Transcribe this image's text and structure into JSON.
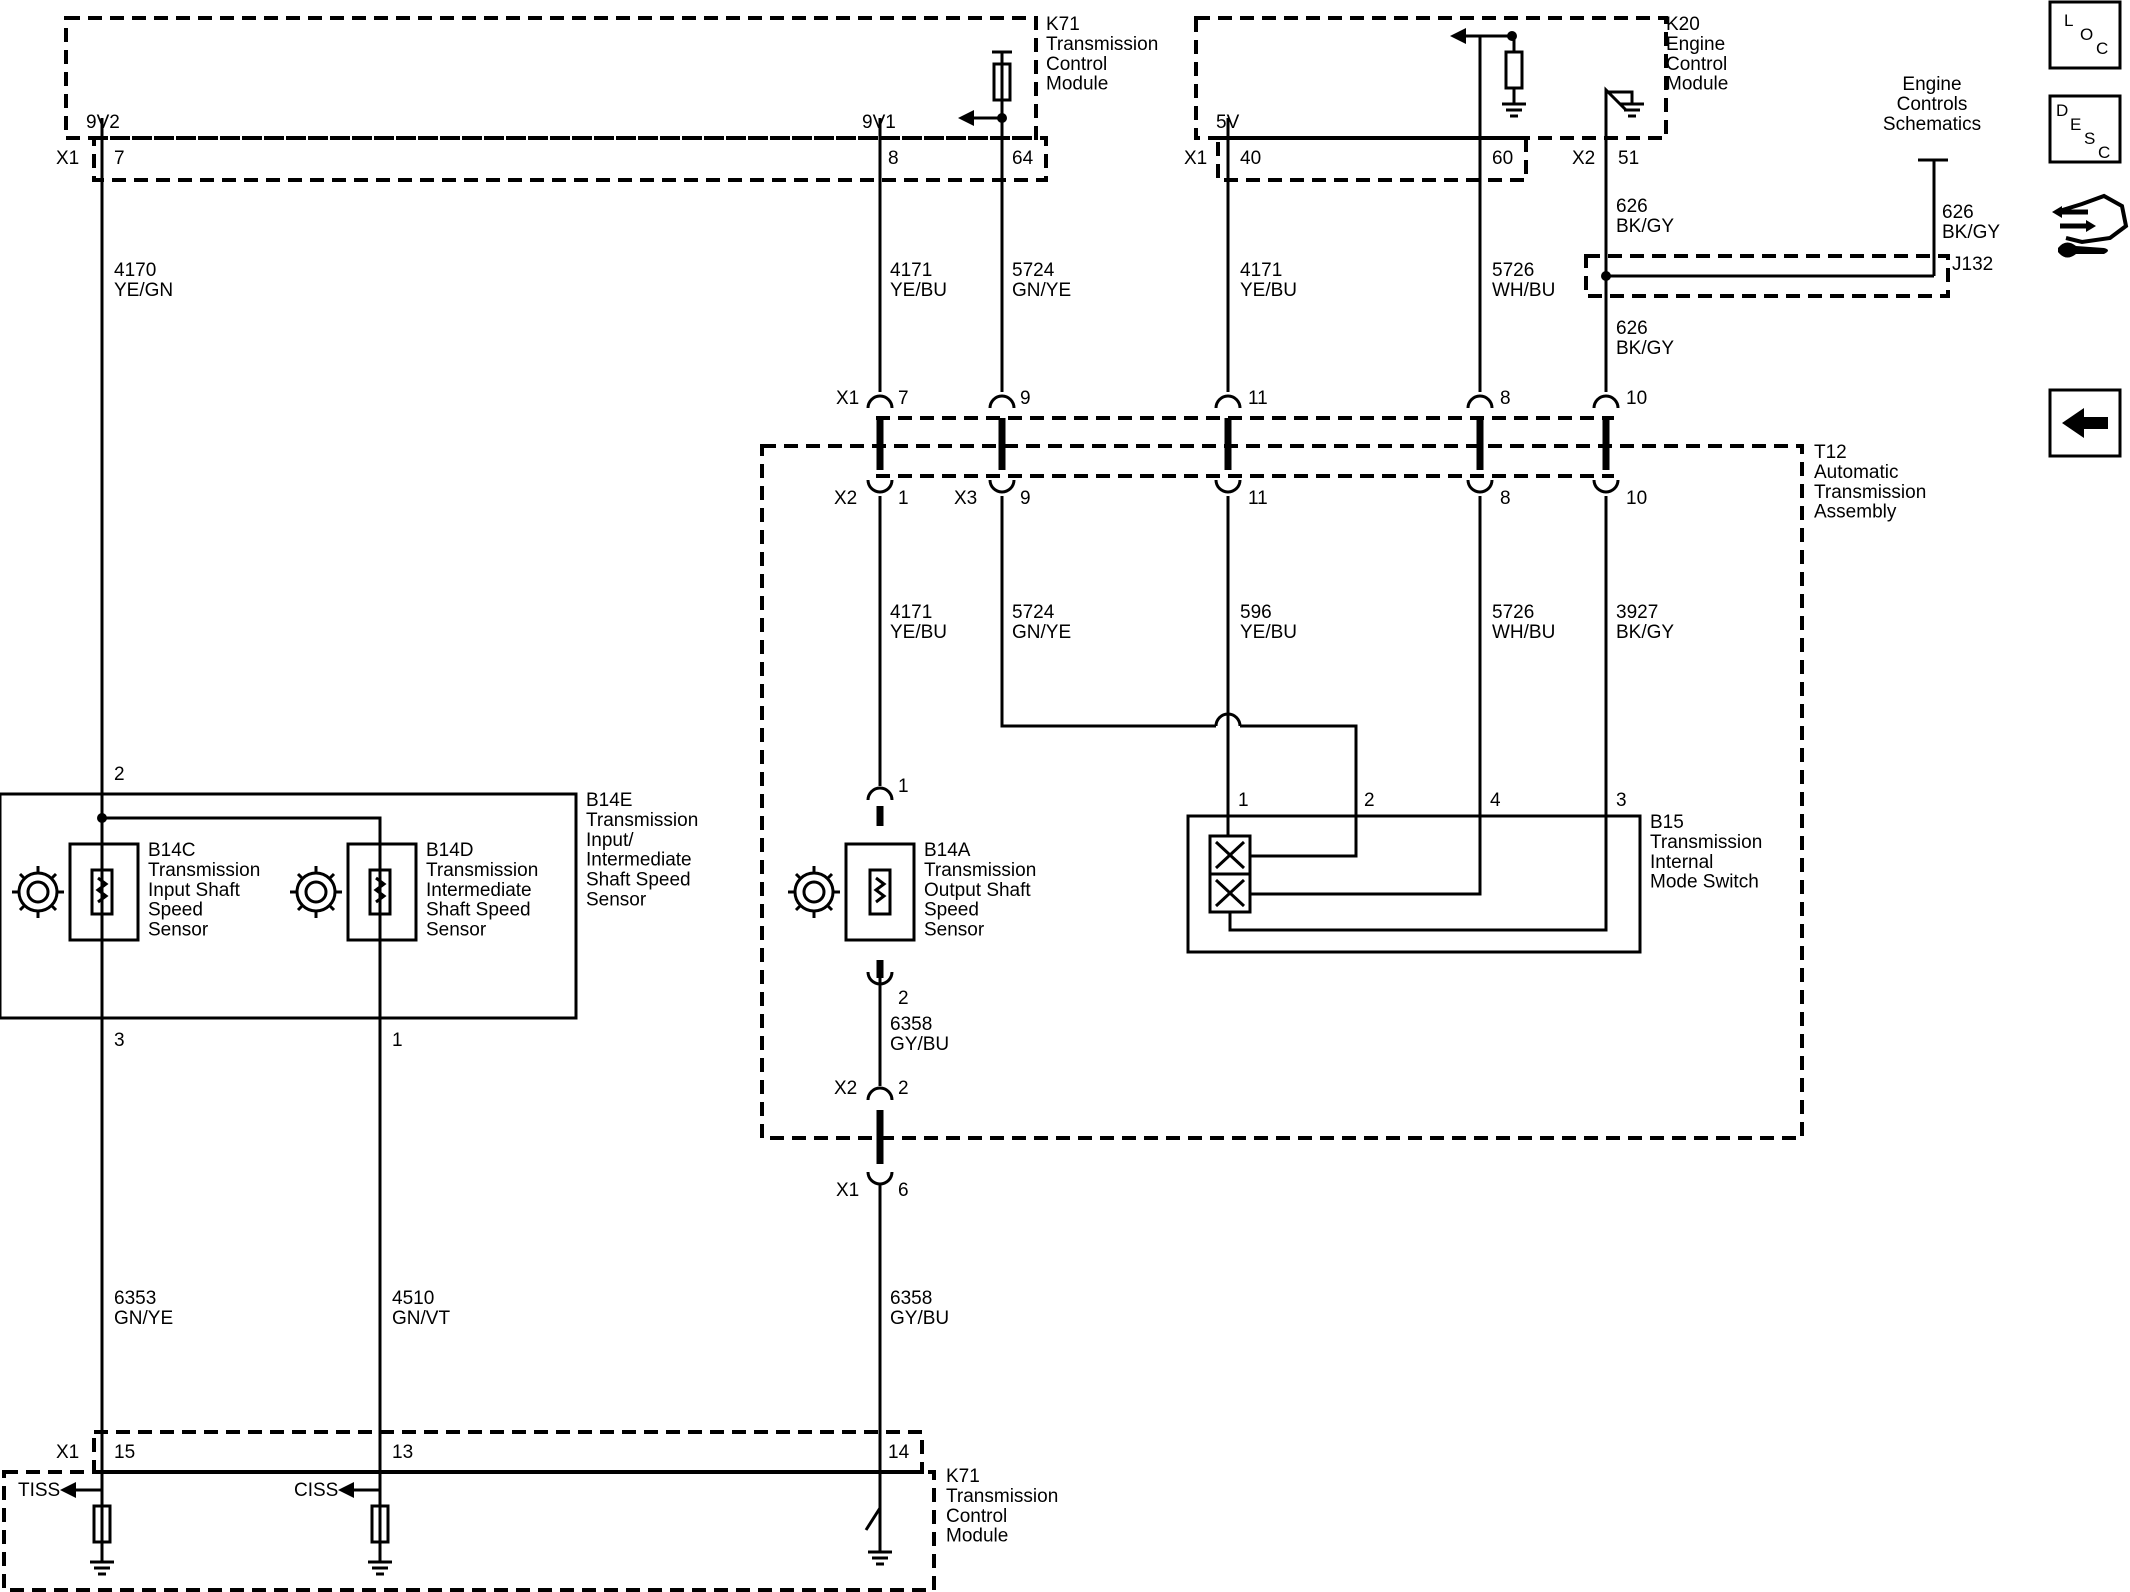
{
  "modules": {
    "k71_top": "K71\nTransmission\nControl\nModule",
    "k20": "K20\nEngine\nControl\nModule",
    "t12": "T12\nAutomatic\nTransmission\nAssembly",
    "k71_bottom": "K71\nTransmission\nControl\nModule",
    "engine_controls_ref": "Engine\nControls\nSchematics",
    "j132": "J132"
  },
  "components": {
    "b14e": "B14E\nTransmission\nInput/\nIntermediate\nShaft Speed\nSensor",
    "b14c": "B14C\nTransmission\nInput Shaft\nSpeed\nSensor",
    "b14d": "B14D\nTransmission\nIntermediate\nShaft Speed\nSensor",
    "b14a": "B14A\nTransmission\nOutput Shaft\nSpeed\nSensor",
    "b15": "B15\nTransmission\nInternal\nMode Switch"
  },
  "supplies": {
    "v9v2": "9V2",
    "v9v1": "9V1",
    "v5v": "5V"
  },
  "connectors": {
    "x1": "X1",
    "x2": "X2",
    "x3": "X3"
  },
  "pins": {
    "k71_7": "7",
    "k71_8": "8",
    "k71_64": "64",
    "k20_40": "40",
    "k20_60": "60",
    "k20_51": "51",
    "x1_7": "7",
    "x1_9": "9",
    "x1_11": "11",
    "x1_8": "8",
    "x1_10": "10",
    "x2_1": "1",
    "x3_9": "9",
    "x3_11": "11",
    "x3_8": "8",
    "x3_10": "10",
    "b14e_2": "2",
    "b14e_3": "3",
    "b14e_1": "1",
    "b14a_1": "1",
    "b14a_2": "2",
    "b15_1": "1",
    "b15_2": "2",
    "b15_4": "4",
    "b15_3": "3",
    "x2_2": "2",
    "x1_6": "6",
    "k71b_15": "15",
    "k71b_13": "13",
    "k71b_14": "14"
  },
  "wires": {
    "w4170": "4170\nYE/GN",
    "w4171_top": "4171\nYE/BU",
    "w5724_top": "5724\nGN/YE",
    "w4171_5v": "4171\nYE/BU",
    "w5726_top": "5726\nWH/BU",
    "w626_a": "626\nBK/GY",
    "w626_b": "626\nBK/GY",
    "w626_c": "626\nBK/GY",
    "w4171_mid": "4171\nYE/BU",
    "w5724_mid": "5724\nGN/YE",
    "w596": "596\nYE/BU",
    "w5726_mid": "5726\nWH/BU",
    "w3927": "3927\nBK/GY",
    "w6358_mid": "6358\nGY/BU",
    "w6353": "6353\nGN/YE",
    "w4510": "4510\nGN/VT",
    "w6358_low": "6358\nGY/BU"
  },
  "signals": {
    "tiss": "TISS",
    "ciss": "CISS"
  },
  "nav": {
    "loc": [
      "L",
      "O",
      "C"
    ],
    "desc": [
      "D",
      "E",
      "S",
      "C"
    ]
  }
}
